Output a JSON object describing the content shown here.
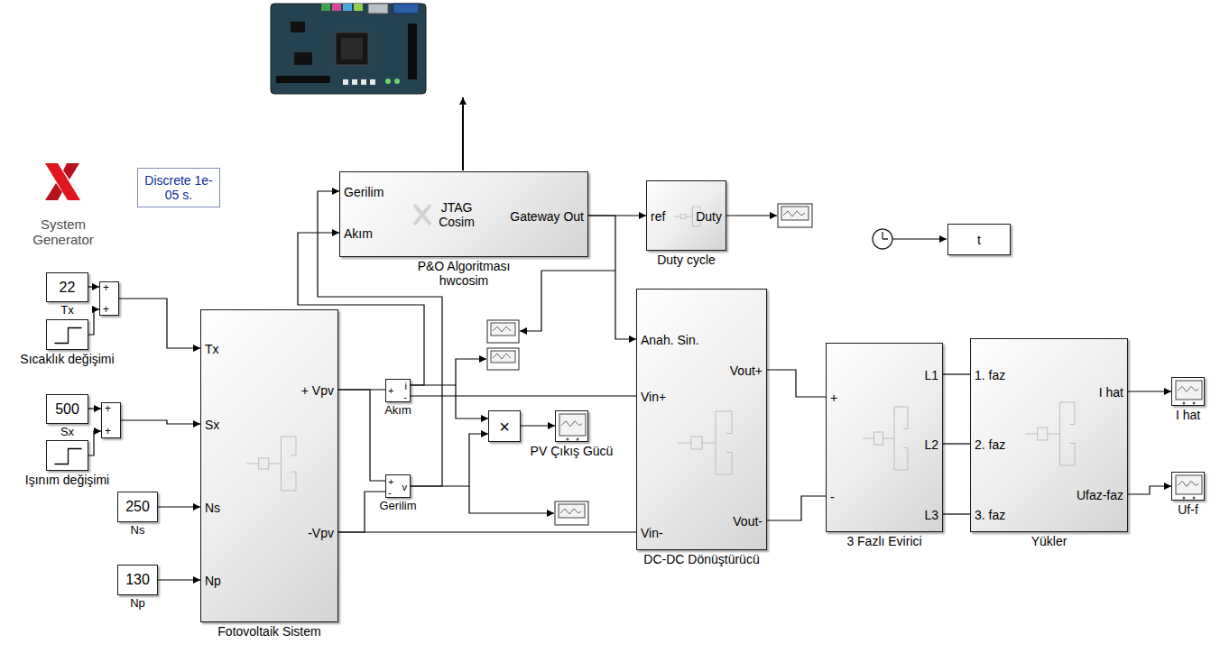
{
  "diagram": {
    "nodes": [
      {
        "text": [
          "Discrete 1e-05 s."
        ]
      },
      {
        "text": [
          "Gerilim",
          "Akım",
          "JTAG Cosim",
          "Gateway Out",
          "P&O Algoritması hwcosim"
        ]
      },
      {
        "text": [
          "ref",
          "Duty",
          "Duty cycle"
        ]
      },
      {
        "text": [
          "t"
        ]
      },
      {
        "text": [
          "22",
          "Tx"
        ]
      },
      {
        "text": [
          "Sıcaklık değişimi"
        ]
      },
      {
        "text": [
          "+",
          "+"
        ]
      },
      {
        "text": [
          "500",
          "Sx"
        ]
      },
      {
        "text": [
          "Işınım değişimi"
        ]
      },
      {
        "text": [
          "+",
          "+"
        ]
      },
      {
        "text": [
          "250",
          "Ns"
        ]
      },
      {
        "text": [
          "130",
          "Np"
        ]
      },
      {
        "text": [
          "Tx",
          "Sx",
          "Ns",
          "Np",
          "+ Vpv",
          "-Vpv",
          "Fotovoltaik Sistem"
        ]
      },
      {
        "text": [
          "+",
          "i",
          "-",
          "Akım"
        ]
      },
      {
        "text": [
          "+",
          "v",
          "-",
          "Gerilim"
        ]
      },
      {
        "text": [
          "×"
        ]
      },
      {
        "text": [
          "PV Çıkış Gücü"
        ]
      },
      {
        "text": [
          "Anah. Sin.",
          "Vin+",
          "Vin-",
          "Vout+",
          "Vout-",
          "DC-DC Dönüştürücü"
        ]
      },
      {
        "text": [
          "+",
          "-",
          "L1",
          "L2",
          "L3",
          "3 Fazlı Evirici"
        ]
      },
      {
        "text": [
          "1. faz",
          "2. faz",
          "3. faz",
          "I hat",
          "Ufaz-faz",
          "Yükler"
        ]
      },
      {
        "text": [
          "I hat"
        ]
      },
      {
        "text": [
          "Uf-f"
        ]
      }
    ],
    "edges": [
      {
        "from": 4,
        "to": 6,
        "arrow": "to"
      },
      {
        "from": 5,
        "to": 6,
        "arrow": "to"
      },
      {
        "from": 6,
        "to": 12,
        "arrow": "to"
      },
      {
        "from": 7,
        "to": 9,
        "arrow": "to"
      },
      {
        "from": 8,
        "to": 9,
        "arrow": "to"
      },
      {
        "from": 9,
        "to": 12,
        "arrow": "to"
      },
      {
        "from": 10,
        "to": 12,
        "arrow": "to"
      },
      {
        "from": 11,
        "to": 12,
        "arrow": "to"
      },
      {
        "from": 12,
        "to": 13,
        "arrow": "none"
      },
      {
        "from": 12,
        "to": 14,
        "arrow": "none"
      },
      {
        "from": 12,
        "to": 14,
        "arrow": "none"
      },
      {
        "from": 12,
        "to": 17,
        "arrow": "none"
      },
      {
        "from": 13,
        "to": 17,
        "arrow": "none"
      },
      {
        "from": 13,
        "to": 1,
        "arrow": "to"
      },
      {
        "from": 13,
        "to": 15,
        "arrow": "to"
      },
      {
        "from": 14,
        "to": 1,
        "arrow": "to"
      },
      {
        "from": 14,
        "to": 15,
        "arrow": "to"
      },
      {
        "from": 15,
        "to": 16,
        "arrow": "to"
      },
      {
        "from": 1,
        "to": 2,
        "arrow": "to"
      },
      {
        "from": 1,
        "to": 17,
        "arrow": "to"
      },
      {
        "from": 17,
        "to": 18,
        "arrow": "none"
      },
      {
        "from": 17,
        "to": 18,
        "arrow": "none"
      },
      {
        "from": 18,
        "to": 19,
        "arrow": "none"
      },
      {
        "from": 18,
        "to": 19,
        "arrow": "none"
      },
      {
        "from": 18,
        "to": 19,
        "arrow": "none"
      },
      {
        "from": 19,
        "to": 20,
        "arrow": "to"
      },
      {
        "from": 19,
        "to": 21,
        "arrow": "to"
      }
    ],
    "labels": [
      "System Generator"
    ]
  }
}
